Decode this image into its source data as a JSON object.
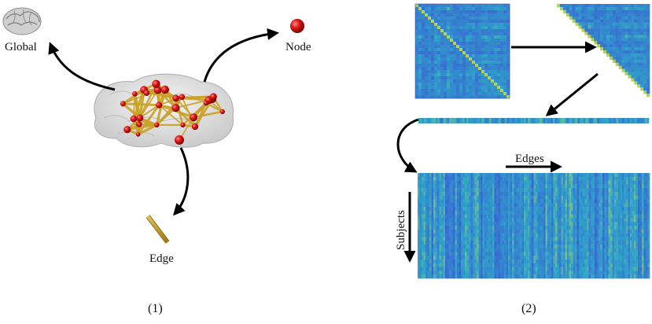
{
  "panel1": {
    "labels": {
      "global": "Global",
      "node": "Node",
      "edge": "Edge"
    },
    "caption": "(1)"
  },
  "panel2": {
    "labels": {
      "edges": "Edges",
      "subjects": "Subjects"
    },
    "caption": "(2)"
  },
  "colors": {
    "node": "#e01818",
    "edge": "#c9a227",
    "brain_shell": "#d9d9d9",
    "arrow": "#000000",
    "matrix_low": "#3b5bd6",
    "matrix_mid": "#2fa6c8",
    "matrix_high": "#c7d84a"
  }
}
